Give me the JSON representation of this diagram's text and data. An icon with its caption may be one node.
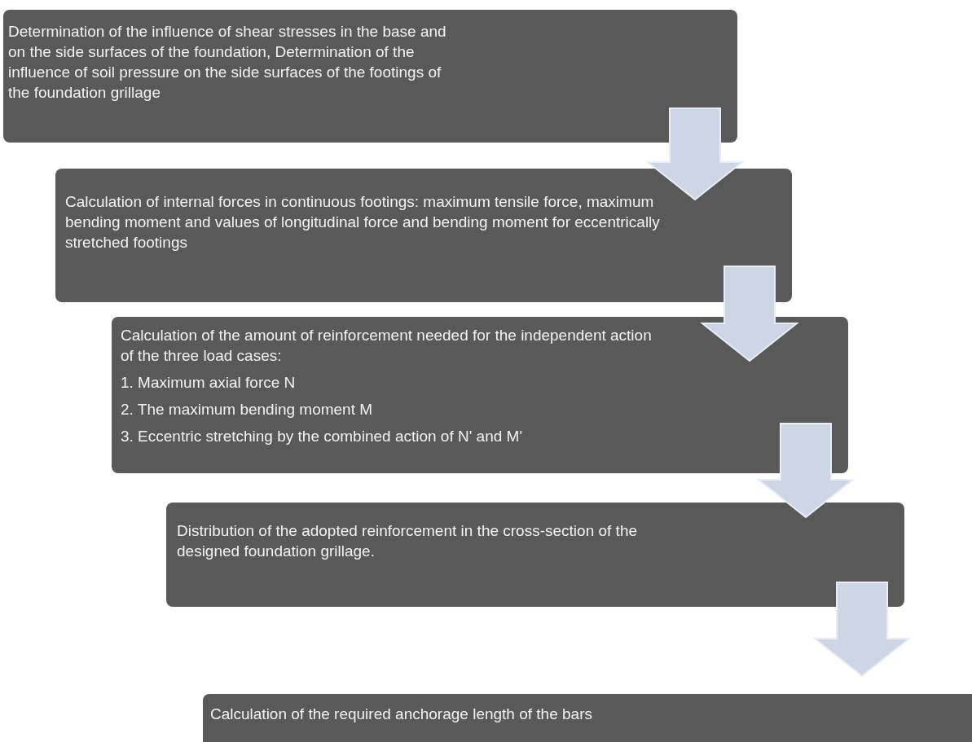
{
  "diagram": {
    "nodes": [
      {
        "text": [
          "Determination of the influence of shear stresses in the base and on the side surfaces of the foundation, Determination of the influence of soil pressure on the side surfaces of the footings of the foundation grillage"
        ]
      },
      {
        "text": [
          "Calculation of internal forces in continuous footings: maximum tensile force, maximum bending moment and values of longitudinal force and bending moment for eccentrically stretched footings"
        ]
      },
      {
        "text": [
          "Calculation of the amount of reinforcement needed for the independent action of the three load cases:",
          "1. Maximum axial force N",
          "2. The maximum bending moment M",
          "3. Eccentric stretching by the combined action of N' and M'"
        ]
      },
      {
        "text": [
          "Distribution of the adopted reinforcement in the cross-section of the designed foundation grillage."
        ]
      },
      {
        "text": [
          "Calculation of the required anchorage length of the bars"
        ]
      }
    ],
    "edges": [
      {
        "from": 0,
        "to": 1,
        "arrow": "to"
      },
      {
        "from": 1,
        "to": 2,
        "arrow": "to"
      },
      {
        "from": 2,
        "to": 3,
        "arrow": "to"
      },
      {
        "from": 3,
        "to": 4,
        "arrow": "to"
      }
    ]
  }
}
